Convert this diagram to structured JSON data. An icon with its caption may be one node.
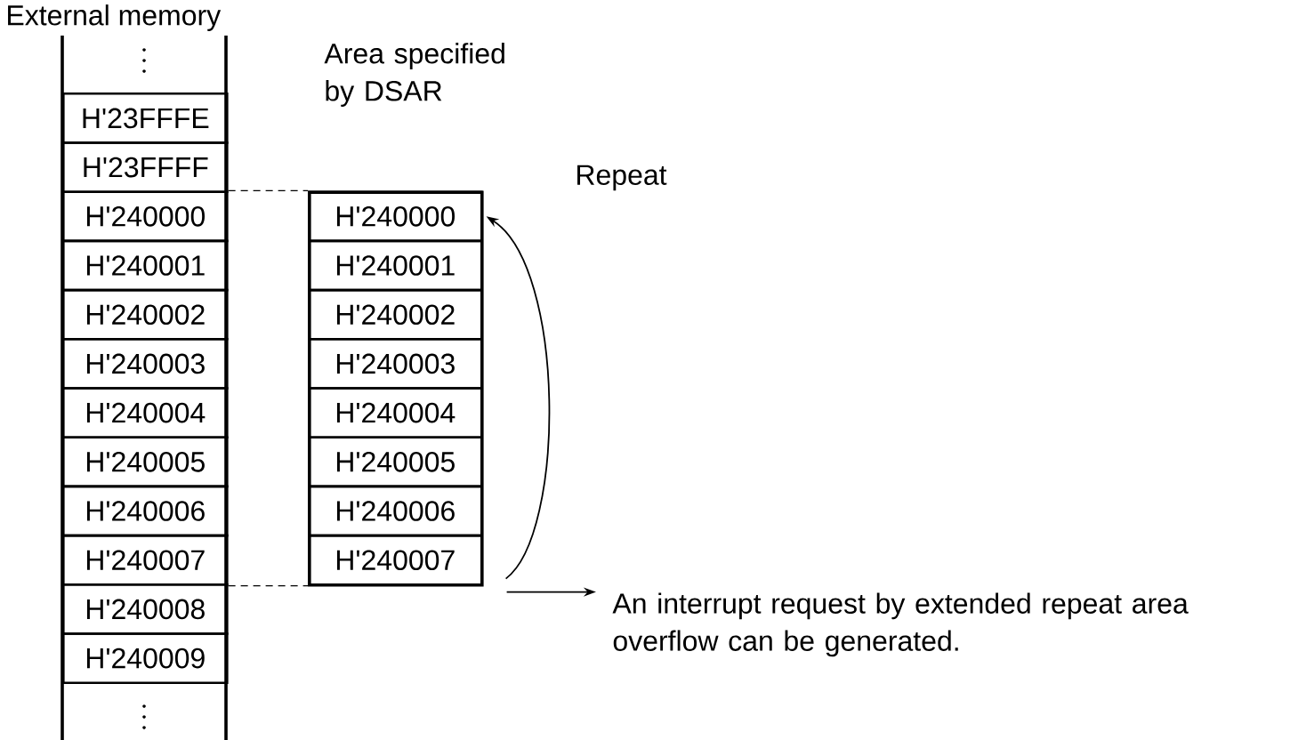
{
  "diagram": {
    "nodes": [
      {
        "text": [
          "External memory"
        ]
      },
      {
        "text": [
          "H'23FFFE"
        ],
        "in": 0
      },
      {
        "text": [
          "H'23FFFF"
        ],
        "in": 0
      },
      {
        "text": [
          "H'240000"
        ],
        "in": 0
      },
      {
        "text": [
          "H'240001"
        ],
        "in": 0
      },
      {
        "text": [
          "H'240002"
        ],
        "in": 0
      },
      {
        "text": [
          "H'240003"
        ],
        "in": 0
      },
      {
        "text": [
          "H'240004"
        ],
        "in": 0
      },
      {
        "text": [
          "H'240005"
        ],
        "in": 0
      },
      {
        "text": [
          "H'240006"
        ],
        "in": 0
      },
      {
        "text": [
          "H'240007"
        ],
        "in": 0
      },
      {
        "text": [
          "H'240008"
        ],
        "in": 0
      },
      {
        "text": [
          "H'240009"
        ],
        "in": 0
      },
      {
        "text": [],
        "shape": "box"
      },
      {
        "text": [
          "H'240000"
        ],
        "in": 13
      },
      {
        "text": [
          "H'240001"
        ],
        "in": 13
      },
      {
        "text": [
          "H'240002"
        ],
        "in": 13
      },
      {
        "text": [
          "H'240003"
        ],
        "in": 13
      },
      {
        "text": [
          "H'240004"
        ],
        "in": 13
      },
      {
        "text": [
          "H'240005"
        ],
        "in": 13
      },
      {
        "text": [
          "H'240006"
        ],
        "in": 13
      },
      {
        "text": [
          "H'240007"
        ],
        "in": 13
      },
      {
        "text": [
          "An interrupt request by extended repeat area overflow can be generated."
        ]
      }
    ],
    "edges": [
      {
        "from": 3,
        "to": 14,
        "arrow": "none",
        "style": "dashed"
      },
      {
        "from": 10,
        "to": 21,
        "arrow": "none",
        "style": "dashed"
      },
      {
        "from": 21,
        "to": 14,
        "arrow": "to",
        "label": "Repeat"
      },
      {
        "from": 13,
        "to": 22,
        "arrow": "to"
      }
    ],
    "labels": [
      "Area specified by DSAR"
    ]
  }
}
